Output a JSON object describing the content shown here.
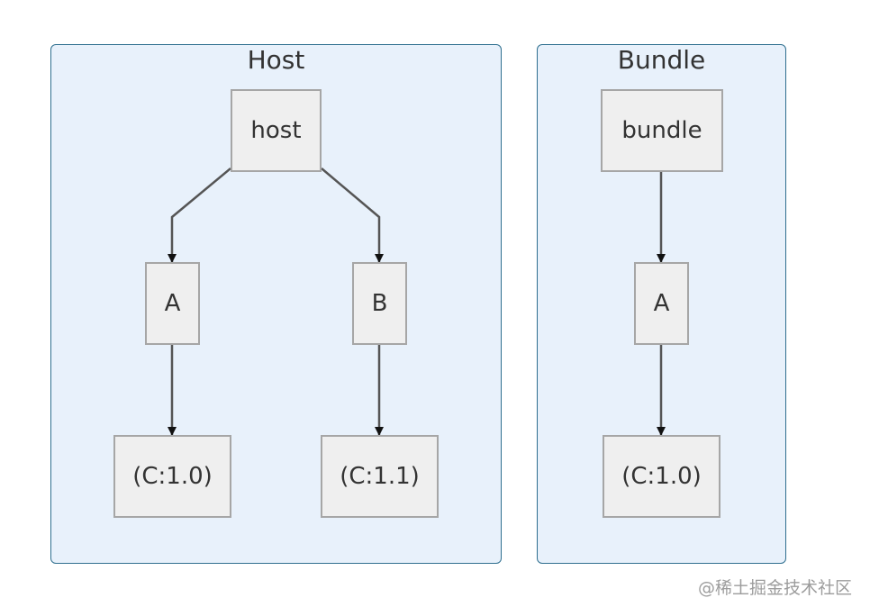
{
  "groups": {
    "host": {
      "title": "Host"
    },
    "bundle": {
      "title": "Bundle"
    }
  },
  "nodes": {
    "host_root": "host",
    "host_a": "A",
    "host_b": "B",
    "host_c10": "(C:1.0)",
    "host_c11": "(C:1.1)",
    "bundle_root": "bundle",
    "bundle_a": "A",
    "bundle_c10": "(C:1.0)"
  },
  "edges": [
    {
      "from": "host",
      "to": "A"
    },
    {
      "from": "host",
      "to": "B"
    },
    {
      "from": "A",
      "to": "(C:1.0)"
    },
    {
      "from": "B",
      "to": "(C:1.1)"
    },
    {
      "from": "bundle",
      "to": "A"
    },
    {
      "from": "A",
      "to": "(C:1.0)"
    }
  ],
  "colors": {
    "group_fill": "#e8f1fb",
    "group_border": "#2f6f8f",
    "node_fill": "#efefef",
    "node_border": "#a6a6a6",
    "edge": "#555555"
  },
  "watermark": "@稀土掘金技术社区"
}
